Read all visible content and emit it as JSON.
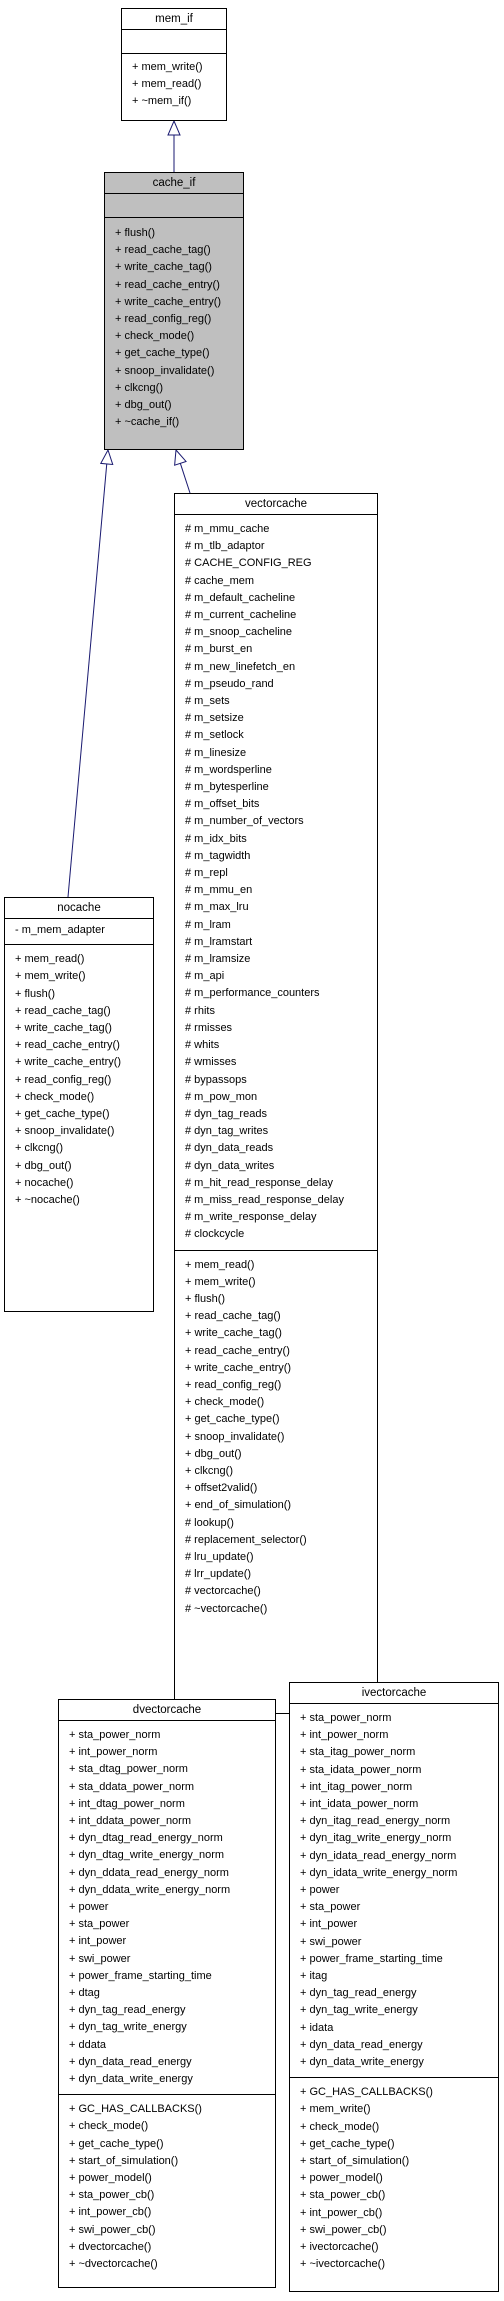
{
  "nodes": {
    "mem_if": {
      "title": "mem_if",
      "attributes": [],
      "methods": [
        "+ mem_write()",
        "+ mem_read()",
        "+ ~mem_if()"
      ]
    },
    "cache_if": {
      "title": "cache_if",
      "attributes": [],
      "methods": [
        "+ flush()",
        "+ read_cache_tag()",
        "+ write_cache_tag()",
        "+ read_cache_entry()",
        "+ write_cache_entry()",
        "+ read_config_reg()",
        "+ check_mode()",
        "+ get_cache_type()",
        "+ snoop_invalidate()",
        "+ clkcng()",
        "+ dbg_out()",
        "+ ~cache_if()"
      ]
    },
    "vectorcache": {
      "title": "vectorcache",
      "attributes": [
        "# m_mmu_cache",
        "# m_tlb_adaptor",
        "# CACHE_CONFIG_REG",
        "# cache_mem",
        "# m_default_cacheline",
        "# m_current_cacheline",
        "# m_snoop_cacheline",
        "# m_burst_en",
        "# m_new_linefetch_en",
        "# m_pseudo_rand",
        "# m_sets",
        "# m_setsize",
        "# m_setlock",
        "# m_linesize",
        "# m_wordsperline",
        "# m_bytesperline",
        "# m_offset_bits",
        "# m_number_of_vectors",
        "# m_idx_bits",
        "# m_tagwidth",
        "# m_repl",
        "# m_mmu_en",
        "# m_max_lru",
        "# m_lram",
        "# m_lramstart",
        "# m_lramsize",
        "# m_api",
        "# m_performance_counters",
        "# rhits",
        "# rmisses",
        "# whits",
        "# wmisses",
        "# bypassops",
        "# m_pow_mon",
        "# dyn_tag_reads",
        "# dyn_tag_writes",
        "# dyn_data_reads",
        "# dyn_data_writes",
        "# m_hit_read_response_delay",
        "# m_miss_read_response_delay",
        "# m_write_response_delay",
        "# clockcycle"
      ],
      "methods": [
        "+ mem_read()",
        "+ mem_write()",
        "+ flush()",
        "+ read_cache_tag()",
        "+ write_cache_tag()",
        "+ read_cache_entry()",
        "+ write_cache_entry()",
        "+ read_config_reg()",
        "+ check_mode()",
        "+ get_cache_type()",
        "+ snoop_invalidate()",
        "+ dbg_out()",
        "+ clkcng()",
        "+ offset2valid()",
        "+ end_of_simulation()",
        "# lookup()",
        "# replacement_selector()",
        "# lru_update()",
        "# lrr_update()",
        "# vectorcache()",
        "# ~vectorcache()"
      ]
    },
    "nocache": {
      "title": "nocache",
      "attributes": [
        "- m_mem_adapter"
      ],
      "methods": [
        "+ mem_read()",
        "+ mem_write()",
        "+ flush()",
        "+ read_cache_tag()",
        "+ write_cache_tag()",
        "+ read_cache_entry()",
        "+ write_cache_entry()",
        "+ read_config_reg()",
        "+ check_mode()",
        "+ get_cache_type()",
        "+ snoop_invalidate()",
        "+ clkcng()",
        "+ dbg_out()",
        "+ nocache()",
        "+ ~nocache()"
      ]
    },
    "dvectorcache": {
      "title": "dvectorcache",
      "attributes": [
        "+ sta_power_norm",
        "+ int_power_norm",
        "+ sta_dtag_power_norm",
        "+ sta_ddata_power_norm",
        "+ int_dtag_power_norm",
        "+ int_ddata_power_norm",
        "+ dyn_dtag_read_energy_norm",
        "+ dyn_dtag_write_energy_norm",
        "+ dyn_ddata_read_energy_norm",
        "+ dyn_ddata_write_energy_norm",
        "+ power",
        "+ sta_power",
        "+ int_power",
        "+ swi_power",
        "+ power_frame_starting_time",
        "+ dtag",
        "+ dyn_tag_read_energy",
        "+ dyn_tag_write_energy",
        "+ ddata",
        "+ dyn_data_read_energy",
        "+ dyn_data_write_energy"
      ],
      "methods": [
        "+ GC_HAS_CALLBACKS()",
        "+ check_mode()",
        "+ get_cache_type()",
        "+ start_of_simulation()",
        "+ power_model()",
        "+ sta_power_cb()",
        "+ int_power_cb()",
        "+ swi_power_cb()",
        "+ dvectorcache()",
        "+ ~dvectorcache()"
      ]
    },
    "ivectorcache": {
      "title": "ivectorcache",
      "attributes": [
        "+ sta_power_norm",
        "+ int_power_norm",
        "+ sta_itag_power_norm",
        "+ sta_idata_power_norm",
        "+ int_itag_power_norm",
        "+ int_idata_power_norm",
        "+ dyn_itag_read_energy_norm",
        "+ dyn_itag_write_energy_norm",
        "+ dyn_idata_read_energy_norm",
        "+ dyn_idata_write_energy_norm",
        "+ power",
        "+ sta_power",
        "+ int_power",
        "+ swi_power",
        "+ power_frame_starting_time",
        "+ itag",
        "+ dyn_tag_read_energy",
        "+ dyn_tag_write_energy",
        "+ idata",
        "+ dyn_data_read_energy",
        "+ dyn_data_write_energy"
      ],
      "methods": [
        "+ GC_HAS_CALLBACKS()",
        "+ mem_write()",
        "+ check_mode()",
        "+ get_cache_type()",
        "+ start_of_simulation()",
        "+ power_model()",
        "+ sta_power_cb()",
        "+ int_power_cb()",
        "+ swi_power_cb()",
        "+ ivectorcache()",
        "+ ~ivectorcache()"
      ]
    }
  },
  "edges": [
    {
      "from": "cache_if",
      "to": "mem_if",
      "kind": "inheritance"
    },
    {
      "from": "nocache",
      "to": "cache_if",
      "kind": "inheritance"
    },
    {
      "from": "vectorcache",
      "to": "cache_if",
      "kind": "inheritance"
    },
    {
      "from": "dvectorcache",
      "to": "vectorcache",
      "kind": "inheritance"
    },
    {
      "from": "ivectorcache",
      "to": "vectorcache",
      "kind": "inheritance"
    }
  ],
  "colors": {
    "edge": "#191970",
    "highlight_fill": "#bfbfbf",
    "border": "#000000"
  }
}
